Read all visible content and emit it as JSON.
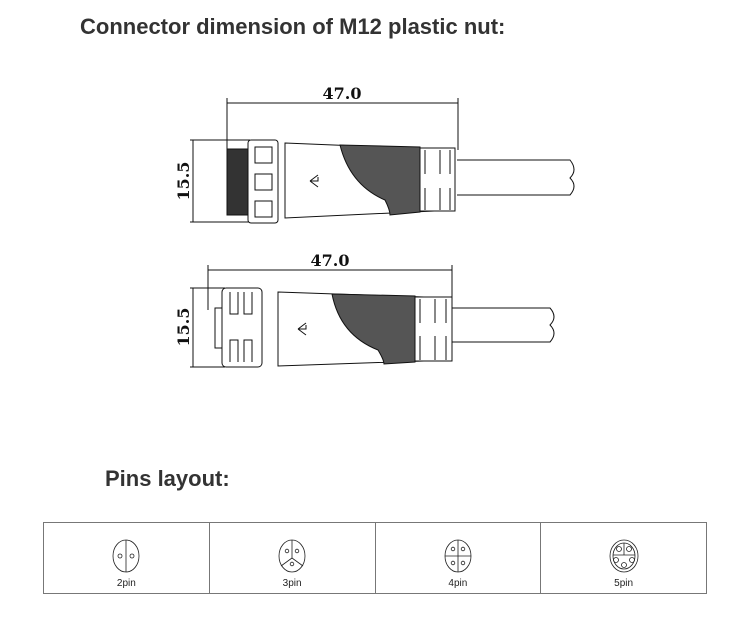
{
  "title": "Connector dimension of M12 plastic nut:",
  "drawings": [
    {
      "length_label": "47.0",
      "diameter_label": "15.5",
      "type": "male"
    },
    {
      "length_label": "47.0",
      "diameter_label": "15.5",
      "type": "female"
    }
  ],
  "pins_title": "Pins layout:",
  "pins": [
    {
      "label": "2pin"
    },
    {
      "label": "3pin"
    },
    {
      "label": "4pin"
    },
    {
      "label": "5pin"
    }
  ]
}
